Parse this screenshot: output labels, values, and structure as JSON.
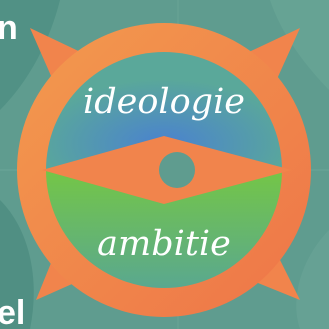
{
  "background_text": {
    "top": "n",
    "bottom": "el"
  },
  "emblem": {
    "top_label": "ideologie",
    "bottom_label": "ambitie",
    "colors": {
      "ring": "#f1844c",
      "top_half": "#4f86c6",
      "bottom_half": "#72c24c",
      "eye": "#f1844c",
      "background": "#5f9c8f"
    }
  }
}
